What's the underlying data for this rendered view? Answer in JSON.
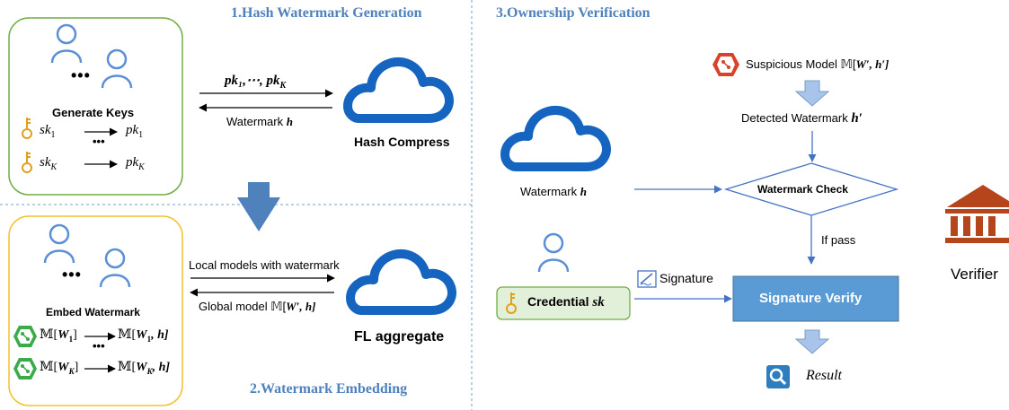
{
  "titles": {
    "hash": "1.Hash Watermark Generation",
    "embed": "2.Watermark Embedding",
    "verify": "3.Ownership Verification"
  },
  "section1": {
    "generate_keys": "Generate Keys",
    "dots": "•••",
    "sk1": "sk",
    "sk1_sub": "1",
    "pk1": "pk",
    "pk1_sub": "1",
    "vdots": "•••",
    "skK": "sk",
    "skK_sub": "K",
    "pkK": "pk",
    "pkK_sub": "K",
    "pk_list": "pk₁,⋯, pk",
    "pk_list_sub": "K",
    "watermark_label": "Watermark ",
    "watermark_h": "h",
    "hash_compress": "Hash Compress"
  },
  "section2": {
    "embed_watermark": "Embed Watermark",
    "dots": "•••",
    "vdots": "•••",
    "m1_left": "𝕄[",
    "m1_w": "W",
    "m1_sub": "1",
    "m1_close": "]",
    "m1_right_open": "𝕄[",
    "m1_right_w": "W",
    "m1_right_sub": "1",
    "m1_right_h": ", h]",
    "mK_left": "𝕄[",
    "mK_w": "W",
    "mK_sub": "K",
    "mK_close": "]",
    "mK_right_open": "𝕄[",
    "mK_right_w": "W",
    "mK_right_sub": "K",
    "mK_right_h": ", h]",
    "local_models": "Local models with watermark",
    "global_model": "Global model 𝕄[",
    "global_w": "W′",
    "global_h": ", h]",
    "fl_aggregate": "FL aggregate"
  },
  "section3": {
    "suspicious": "Suspicious Model 𝕄[",
    "suspicious_w": "W′",
    "suspicious_h": ", h′]",
    "detected": "Detected Watermark ",
    "detected_h": "h′",
    "watermark_label": "Watermark ",
    "watermark_h": "h",
    "watermark_check": "Watermark Check",
    "if_pass": "If pass",
    "signature": "Signature",
    "credential": "Credential ",
    "credential_sk": "sk",
    "signature_verify": "Signature Verify",
    "result": "Result",
    "verifier": "Verifier"
  },
  "colors": {
    "title_blue": "#4f81bd",
    "cloud_blue": "#1565c0",
    "person_blue": "#5b8fd6",
    "key_gold": "#e0a020",
    "green_box": "#70ad47",
    "yellow_box": "#f2c12e",
    "verify_box": "#5b9bd5",
    "verifier_red": "#b5451b",
    "suspicious_red": "#d9412b",
    "model_green": "#3aaa4a"
  }
}
